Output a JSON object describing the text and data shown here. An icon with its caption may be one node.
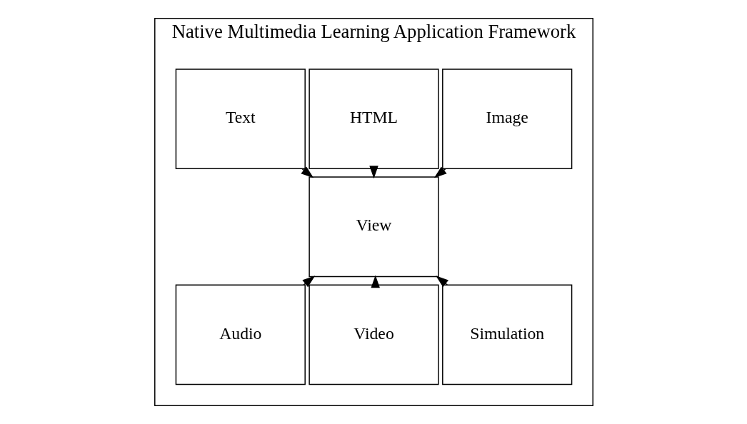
{
  "diagram": {
    "nodes": [
      {
        "text": [
          "Native Multimedia Learning Application Framework"
        ]
      },
      {
        "text": [
          "Image"
        ],
        "in": 0
      },
      {
        "text": [
          "HTML"
        ],
        "in": 0
      },
      {
        "text": [
          "Text"
        ],
        "in": 0
      },
      {
        "text": [
          "View"
        ],
        "in": 0
      },
      {
        "text": [
          "Audio"
        ],
        "in": 0
      },
      {
        "text": [
          "Video"
        ],
        "in": 0
      },
      {
        "text": [
          "Simulation"
        ],
        "in": 0
      }
    ],
    "edges": [
      {
        "from": 2,
        "to": 4,
        "arrow": "to"
      },
      {
        "from": 1,
        "to": 4,
        "arrow": "to"
      },
      {
        "from": 3,
        "to": 4,
        "arrow": "to"
      },
      {
        "from": 5,
        "to": 4,
        "arrow": "to",
        "style": "dashed"
      },
      {
        "from": 7,
        "to": 4,
        "arrow": "to"
      },
      {
        "from": 6,
        "to": 4,
        "arrow": "to"
      }
    ]
  }
}
